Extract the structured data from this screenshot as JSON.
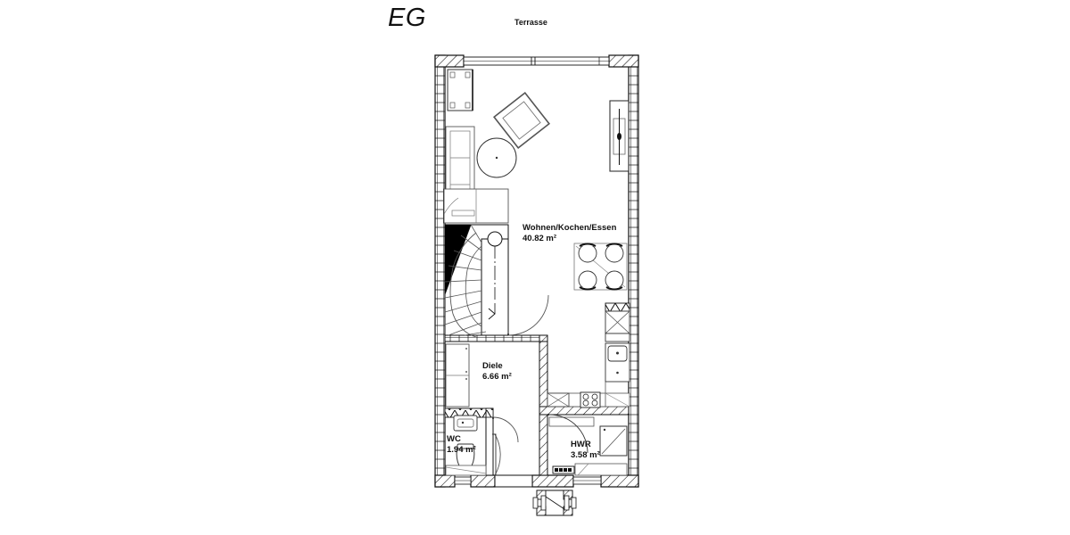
{
  "plan": {
    "floor_title": "EG",
    "exterior_label": "Terrasse",
    "rooms": [
      {
        "id": "wohnen",
        "name": "Wohnen/Kochen/Essen",
        "area": "40.82 m²"
      },
      {
        "id": "diele",
        "name": "Diele",
        "area": "6.66 m²"
      },
      {
        "id": "wc",
        "name": "WC",
        "area": "1.94 m²"
      },
      {
        "id": "hwr",
        "name": "HWR",
        "area": "3.58 m²"
      }
    ],
    "colors": {
      "line": "#111111",
      "wall_fill": "#ffffff",
      "furniture_line": "#444444",
      "solid_fill": "#000000",
      "background": "#ffffff"
    },
    "features": [
      "terrace-sliding-door",
      "party-wall-hatch-left",
      "party-wall-hatch-right",
      "winder-staircase",
      "l-shaped-sofa",
      "round-coffee-table",
      "armchair",
      "sideboard",
      "tall-cabinet",
      "wall-shelf-unit",
      "dining-table-four-chairs",
      "kitchen-cabinets",
      "kitchen-sink",
      "cooktop-four-burner",
      "wc-washbasin",
      "wc-toilet",
      "wardrobe",
      "washing-machine",
      "entrance-door",
      "entrance-canopy"
    ]
  }
}
